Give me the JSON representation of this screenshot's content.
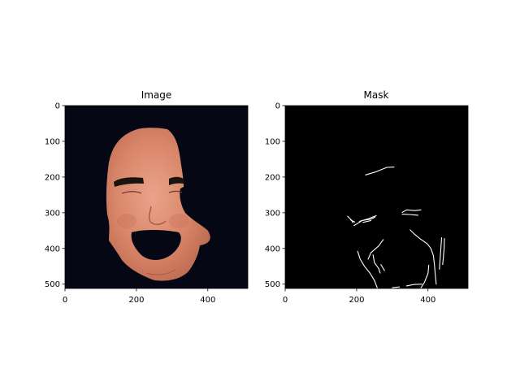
{
  "chart_data": [
    {
      "type": "image",
      "title": "Image",
      "xlim": [
        0,
        512
      ],
      "ylim": [
        512,
        0
      ],
      "xticks": [
        0,
        200,
        400
      ],
      "yticks": [
        0,
        100,
        200,
        300,
        400,
        500
      ],
      "background_color": "#050714",
      "content": "face"
    },
    {
      "type": "image",
      "title": "Mask",
      "xlim": [
        0,
        512
      ],
      "ylim": [
        512,
        0
      ],
      "xticks": [
        0,
        200,
        400
      ],
      "yticks": [
        0,
        100,
        200,
        300,
        400,
        500
      ],
      "background_color": "#000000",
      "stroke_color": "#ffffff",
      "curves": [
        [
          [
            225,
            194
          ],
          [
            255,
            185
          ],
          [
            285,
            173
          ],
          [
            305,
            172
          ]
        ],
        [
          [
            175,
            310
          ],
          [
            185,
            320
          ],
          [
            190,
            328
          ]
        ],
        [
          [
            183,
            320
          ],
          [
            195,
            326
          ]
        ],
        [
          [
            193,
            336
          ],
          [
            215,
            322
          ],
          [
            240,
            318
          ],
          [
            252,
            312
          ]
        ],
        [
          [
            208,
            324
          ],
          [
            230,
            318
          ],
          [
            255,
            308
          ]
        ],
        [
          [
            218,
            327
          ],
          [
            240,
            322
          ]
        ],
        [
          [
            328,
            299
          ],
          [
            340,
            292
          ],
          [
            363,
            294
          ],
          [
            380,
            292
          ]
        ],
        [
          [
            328,
            304
          ],
          [
            350,
            305
          ],
          [
            372,
            307
          ]
        ],
        [
          [
            275,
            375
          ],
          [
            262,
            393
          ],
          [
            240,
            412
          ],
          [
            232,
            430
          ]
        ],
        [
          [
            246,
            418
          ],
          [
            250,
            440
          ],
          [
            262,
            456
          ],
          [
            266,
            469
          ]
        ],
        [
          [
            268,
            445
          ],
          [
            278,
            462
          ]
        ],
        [
          [
            203,
            408
          ],
          [
            210,
            430
          ],
          [
            222,
            450
          ],
          [
            238,
            470
          ],
          [
            250,
            490
          ],
          [
            258,
            511
          ]
        ],
        [
          [
            350,
            348
          ],
          [
            362,
            360
          ],
          [
            378,
            373
          ],
          [
            398,
            387
          ],
          [
            408,
            400
          ],
          [
            415,
            420
          ],
          [
            418,
            445
          ],
          [
            420,
            470
          ],
          [
            423,
            500
          ]
        ],
        [
          [
            402,
            447
          ],
          [
            400,
            470
          ],
          [
            390,
            495
          ],
          [
            380,
            511
          ]
        ],
        [
          [
            340,
            505
          ],
          [
            360,
            501
          ],
          [
            383,
            500
          ]
        ],
        [
          [
            300,
            510
          ],
          [
            320,
            508
          ]
        ],
        [
          [
            438,
            370
          ],
          [
            436,
            400
          ],
          [
            434,
            430
          ],
          [
            432,
            458
          ]
        ],
        [
          [
            446,
            372
          ],
          [
            445,
            400
          ],
          [
            443,
            425
          ],
          [
            441,
            445
          ]
        ]
      ]
    }
  ]
}
